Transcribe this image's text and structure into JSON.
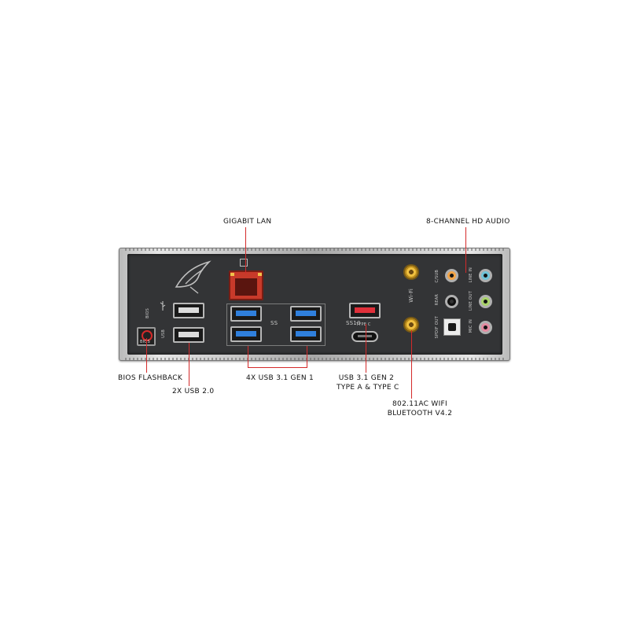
{
  "labels": {
    "gigabit_lan": "GIGABIT LAN",
    "hd_audio": "8-CHANNEL HD AUDIO",
    "bios_flashback": "BIOS FLASHBACK",
    "usb20": "2X USB 2.0",
    "usb31gen1": "4X USB 3.1 GEN 1",
    "usb31gen2_line1": "USB 3.1 GEN 2",
    "usb31gen2_line2": "TYPE A & TYPE C",
    "wifi_line1": "802.11AC WIFI",
    "wifi_line2": "BLUETOOTH V4.2"
  },
  "plate": {
    "bios_small": "BIOS",
    "bios_button": "BIOS",
    "usb_port_label": "USB",
    "ss_label": "SS",
    "ss10_label": "SS10",
    "type_c": "TYPE C",
    "wifi": "Wi-Fi",
    "audio": {
      "c_sub": "C/SUB",
      "rear": "REAR",
      "spdif": "SPDIF OUT",
      "line_in": "LINE IN",
      "line_out": "LINE OUT",
      "mic_in": "MIC IN"
    }
  },
  "colors": {
    "leader": "#d42a2a",
    "usb3": "#2f7fdc",
    "usb31gen2": "#e0303a",
    "line_in": "#6fc3d8",
    "line_out": "#a9d36a",
    "mic_in": "#e48aa0",
    "c_sub": "#f2a447",
    "rear": "#111111"
  }
}
